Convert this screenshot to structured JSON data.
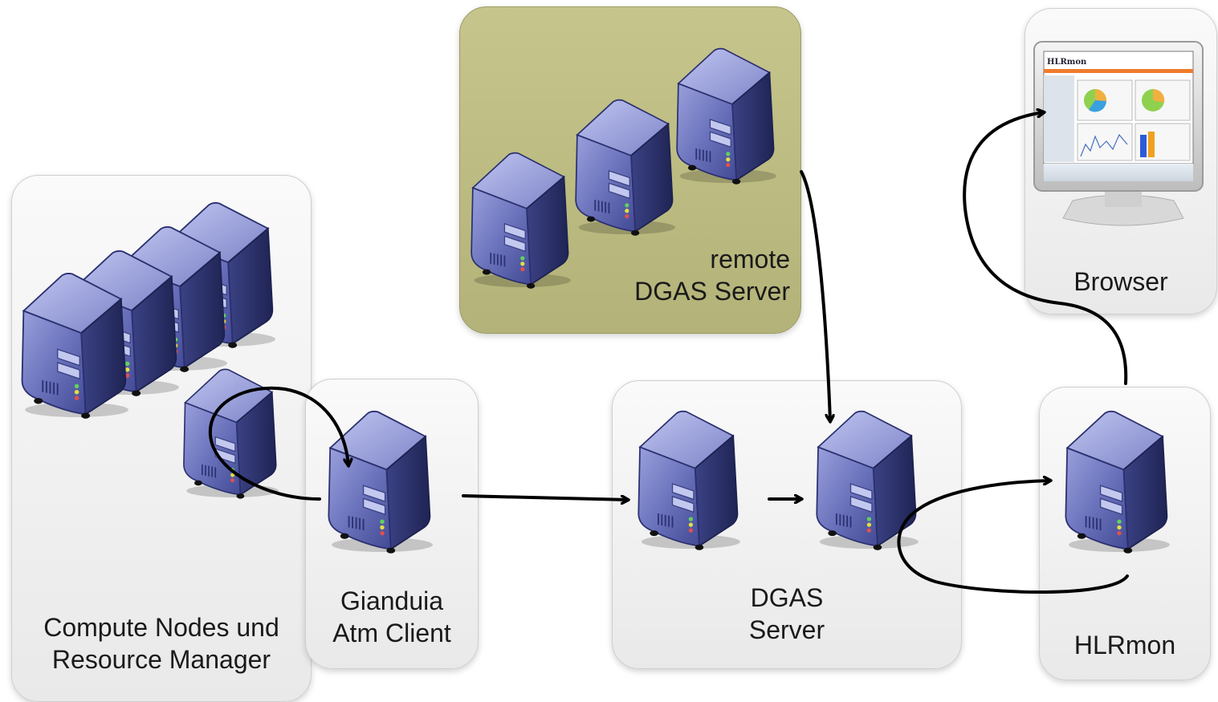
{
  "labels": {
    "compute": [
      "Compute Nodes und",
      "Resource Manager"
    ],
    "gianduia": [
      "Gianduia",
      "Atm Client"
    ],
    "dgas": [
      "DGAS",
      "Server"
    ],
    "remote": [
      "remote",
      "DGAS Server"
    ],
    "hlrmon": "HLRmon",
    "browser": "Browser"
  },
  "colors": {
    "server_body": "#6b73b8",
    "server_side": "#3a4180",
    "remote_panel": "#bcbc82",
    "arrow": "#000000"
  },
  "icons": [
    "server-icon",
    "monitor-icon",
    "arrow"
  ]
}
